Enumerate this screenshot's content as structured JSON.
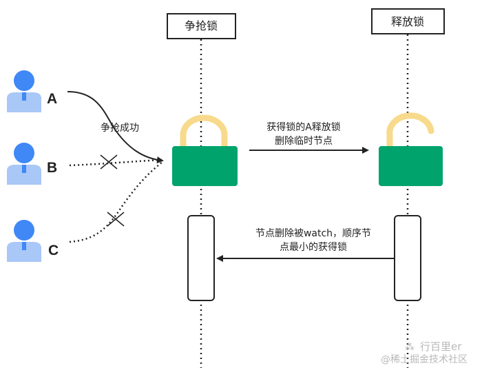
{
  "lanes": {
    "grab": "争抢锁",
    "release": "释放锁"
  },
  "actors": [
    "A",
    "B",
    "C"
  ],
  "labels": {
    "grab_success": "争抢成功",
    "message_top_1": "获得锁的A释放锁",
    "message_top_2": "删除临时节点",
    "message_bottom_1": "节点删除被watch，顺序节",
    "message_bottom_2": "点最小的获得锁"
  },
  "watermark": {
    "line1": "行百里er",
    "line2": "@稀土掘金技术社区"
  },
  "colors": {
    "lock_body": "#00A36C",
    "lock_shackle": "#F7DA8C",
    "person_head": "#3F88F6",
    "person_body": "#A9C7F7",
    "line": "#222222",
    "watermark": "#b8b8b8"
  }
}
